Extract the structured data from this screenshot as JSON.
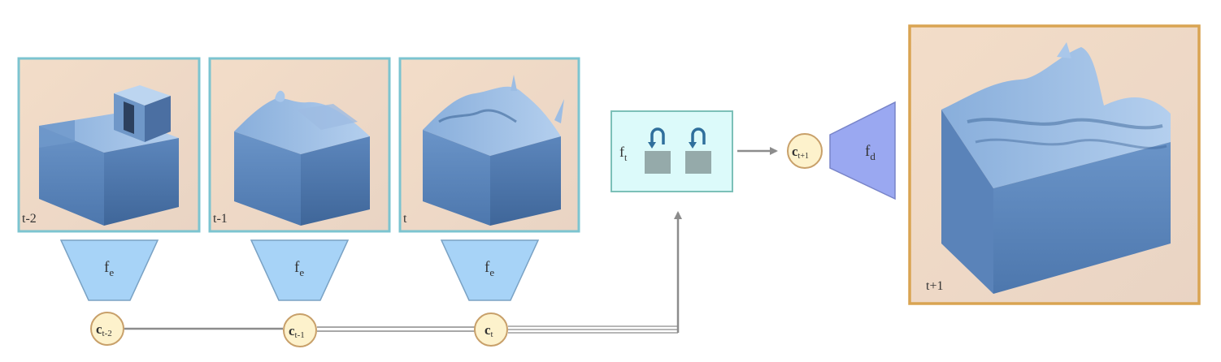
{
  "frames": [
    {
      "label": "t-2",
      "encoder": "f",
      "encoder_sub": "e",
      "code": "c",
      "code_sub": "t-2"
    },
    {
      "label": "t-1",
      "encoder": "f",
      "encoder_sub": "e",
      "code": "c",
      "code_sub": "t-1"
    },
    {
      "label": "t",
      "encoder": "f",
      "encoder_sub": "e",
      "code": "c",
      "code_sub": "t"
    }
  ],
  "temporal": {
    "name": "f",
    "sub": "t"
  },
  "next_code": {
    "name": "c",
    "sub": "t+1"
  },
  "decoder": {
    "name": "f",
    "sub": "d"
  },
  "output": {
    "label": "t+1"
  },
  "colors": {
    "frame_border": "#7cc4d0",
    "output_border": "#d9a452",
    "encoder_fill": "#a7d3f7",
    "decoder_fill": "#9aa8f1",
    "temporal_fill": "#dcfafa",
    "node_fill": "#fdf2cc",
    "node_border": "#c8a06a",
    "line": "#8c8c8c",
    "water": "#5b82b8"
  }
}
